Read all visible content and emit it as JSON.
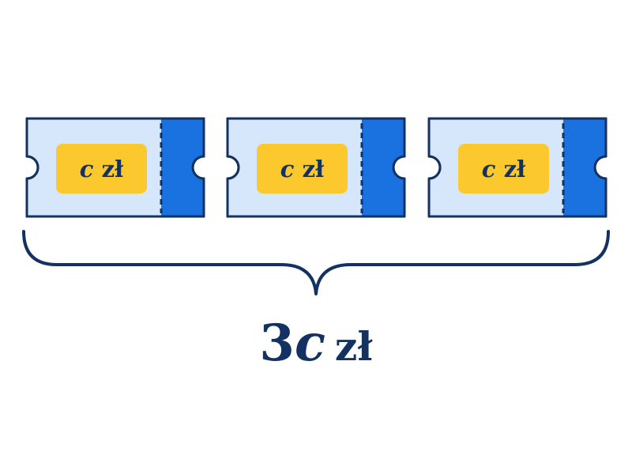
{
  "tickets": [
    {
      "variable": "c",
      "unit": "zł"
    },
    {
      "variable": "c",
      "unit": "zł"
    },
    {
      "variable": "c",
      "unit": "zł"
    }
  ],
  "total": {
    "coefficient": "3",
    "variable": "c",
    "unit": "zł"
  },
  "colors": {
    "ticket_body": "#d6e6fb",
    "ticket_stub": "#1a72e0",
    "price_tag": "#fbc92e",
    "outline": "#143261"
  }
}
